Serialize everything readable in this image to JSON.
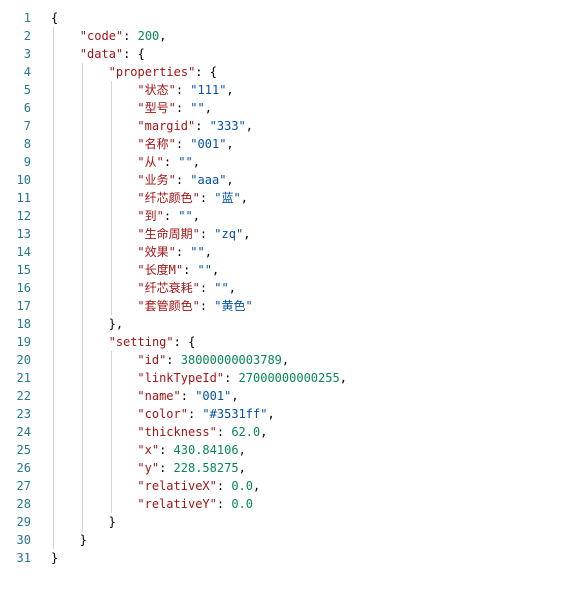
{
  "editor": {
    "colors": {
      "line_number": "#237893",
      "key": "#a31515",
      "string": "#0451a5",
      "number": "#098658",
      "punctuation": "#000000",
      "indent_guide": "#d3d3d3"
    },
    "lines": [
      {
        "n": "1",
        "indent": 0,
        "tokens": [
          {
            "t": "p",
            "v": "{"
          }
        ]
      },
      {
        "n": "2",
        "indent": 1,
        "tokens": [
          {
            "t": "k",
            "v": "\"code\""
          },
          {
            "t": "p",
            "v": ": "
          },
          {
            "t": "n",
            "v": "200"
          },
          {
            "t": "p",
            "v": ","
          }
        ]
      },
      {
        "n": "3",
        "indent": 1,
        "tokens": [
          {
            "t": "k",
            "v": "\"data\""
          },
          {
            "t": "p",
            "v": ": {"
          }
        ]
      },
      {
        "n": "4",
        "indent": 2,
        "tokens": [
          {
            "t": "k",
            "v": "\"properties\""
          },
          {
            "t": "p",
            "v": ": {"
          }
        ]
      },
      {
        "n": "5",
        "indent": 3,
        "tokens": [
          {
            "t": "k",
            "v": "\"状态\""
          },
          {
            "t": "p",
            "v": ": "
          },
          {
            "t": "s",
            "v": "\"111\""
          },
          {
            "t": "p",
            "v": ","
          }
        ]
      },
      {
        "n": "6",
        "indent": 3,
        "tokens": [
          {
            "t": "k",
            "v": "\"型号\""
          },
          {
            "t": "p",
            "v": ": "
          },
          {
            "t": "s",
            "v": "\"\""
          },
          {
            "t": "p",
            "v": ","
          }
        ]
      },
      {
        "n": "7",
        "indent": 3,
        "tokens": [
          {
            "t": "k",
            "v": "\"margid\""
          },
          {
            "t": "p",
            "v": ": "
          },
          {
            "t": "s",
            "v": "\"333\""
          },
          {
            "t": "p",
            "v": ","
          }
        ]
      },
      {
        "n": "8",
        "indent": 3,
        "tokens": [
          {
            "t": "k",
            "v": "\"名称\""
          },
          {
            "t": "p",
            "v": ": "
          },
          {
            "t": "s",
            "v": "\"001\""
          },
          {
            "t": "p",
            "v": ","
          }
        ]
      },
      {
        "n": "9",
        "indent": 3,
        "tokens": [
          {
            "t": "k",
            "v": "\"从\""
          },
          {
            "t": "p",
            "v": ": "
          },
          {
            "t": "s",
            "v": "\"\""
          },
          {
            "t": "p",
            "v": ","
          }
        ]
      },
      {
        "n": "10",
        "indent": 3,
        "tokens": [
          {
            "t": "k",
            "v": "\"业务\""
          },
          {
            "t": "p",
            "v": ": "
          },
          {
            "t": "s",
            "v": "\"aaa\""
          },
          {
            "t": "p",
            "v": ","
          }
        ]
      },
      {
        "n": "11",
        "indent": 3,
        "tokens": [
          {
            "t": "k",
            "v": "\"纤芯颜色\""
          },
          {
            "t": "p",
            "v": ": "
          },
          {
            "t": "s",
            "v": "\"蓝\""
          },
          {
            "t": "p",
            "v": ","
          }
        ]
      },
      {
        "n": "12",
        "indent": 3,
        "tokens": [
          {
            "t": "k",
            "v": "\"到\""
          },
          {
            "t": "p",
            "v": ": "
          },
          {
            "t": "s",
            "v": "\"\""
          },
          {
            "t": "p",
            "v": ","
          }
        ]
      },
      {
        "n": "13",
        "indent": 3,
        "tokens": [
          {
            "t": "k",
            "v": "\"生命周期\""
          },
          {
            "t": "p",
            "v": ": "
          },
          {
            "t": "s",
            "v": "\"zq\""
          },
          {
            "t": "p",
            "v": ","
          }
        ]
      },
      {
        "n": "14",
        "indent": 3,
        "tokens": [
          {
            "t": "k",
            "v": "\"效果\""
          },
          {
            "t": "p",
            "v": ": "
          },
          {
            "t": "s",
            "v": "\"\""
          },
          {
            "t": "p",
            "v": ","
          }
        ]
      },
      {
        "n": "15",
        "indent": 3,
        "tokens": [
          {
            "t": "k",
            "v": "\"长度M\""
          },
          {
            "t": "p",
            "v": ": "
          },
          {
            "t": "s",
            "v": "\"\""
          },
          {
            "t": "p",
            "v": ","
          }
        ]
      },
      {
        "n": "16",
        "indent": 3,
        "tokens": [
          {
            "t": "k",
            "v": "\"纤芯衰耗\""
          },
          {
            "t": "p",
            "v": ": "
          },
          {
            "t": "s",
            "v": "\"\""
          },
          {
            "t": "p",
            "v": ","
          }
        ]
      },
      {
        "n": "17",
        "indent": 3,
        "tokens": [
          {
            "t": "k",
            "v": "\"套管颜色\""
          },
          {
            "t": "p",
            "v": ": "
          },
          {
            "t": "s",
            "v": "\"黄色\""
          }
        ]
      },
      {
        "n": "18",
        "indent": 2,
        "tokens": [
          {
            "t": "p",
            "v": "},"
          }
        ]
      },
      {
        "n": "19",
        "indent": 2,
        "tokens": [
          {
            "t": "k",
            "v": "\"setting\""
          },
          {
            "t": "p",
            "v": ": {"
          }
        ]
      },
      {
        "n": "20",
        "indent": 3,
        "tokens": [
          {
            "t": "k",
            "v": "\"id\""
          },
          {
            "t": "p",
            "v": ": "
          },
          {
            "t": "n",
            "v": "38000000003789"
          },
          {
            "t": "p",
            "v": ","
          }
        ]
      },
      {
        "n": "21",
        "indent": 3,
        "tokens": [
          {
            "t": "k",
            "v": "\"linkTypeId\""
          },
          {
            "t": "p",
            "v": ": "
          },
          {
            "t": "n",
            "v": "27000000000255"
          },
          {
            "t": "p",
            "v": ","
          }
        ]
      },
      {
        "n": "22",
        "indent": 3,
        "tokens": [
          {
            "t": "k",
            "v": "\"name\""
          },
          {
            "t": "p",
            "v": ": "
          },
          {
            "t": "s",
            "v": "\"001\""
          },
          {
            "t": "p",
            "v": ","
          }
        ]
      },
      {
        "n": "23",
        "indent": 3,
        "tokens": [
          {
            "t": "k",
            "v": "\"color\""
          },
          {
            "t": "p",
            "v": ": "
          },
          {
            "t": "s",
            "v": "\"#3531ff\""
          },
          {
            "t": "p",
            "v": ","
          }
        ]
      },
      {
        "n": "24",
        "indent": 3,
        "tokens": [
          {
            "t": "k",
            "v": "\"thickness\""
          },
          {
            "t": "p",
            "v": ": "
          },
          {
            "t": "n",
            "v": "62.0"
          },
          {
            "t": "p",
            "v": ","
          }
        ]
      },
      {
        "n": "25",
        "indent": 3,
        "tokens": [
          {
            "t": "k",
            "v": "\"x\""
          },
          {
            "t": "p",
            "v": ": "
          },
          {
            "t": "n",
            "v": "430.84106"
          },
          {
            "t": "p",
            "v": ","
          }
        ]
      },
      {
        "n": "26",
        "indent": 3,
        "tokens": [
          {
            "t": "k",
            "v": "\"y\""
          },
          {
            "t": "p",
            "v": ": "
          },
          {
            "t": "n",
            "v": "228.58275"
          },
          {
            "t": "p",
            "v": ","
          }
        ]
      },
      {
        "n": "27",
        "indent": 3,
        "tokens": [
          {
            "t": "k",
            "v": "\"relativeX\""
          },
          {
            "t": "p",
            "v": ": "
          },
          {
            "t": "n",
            "v": "0.0"
          },
          {
            "t": "p",
            "v": ","
          }
        ]
      },
      {
        "n": "28",
        "indent": 3,
        "tokens": [
          {
            "t": "k",
            "v": "\"relativeY\""
          },
          {
            "t": "p",
            "v": ": "
          },
          {
            "t": "n",
            "v": "0.0"
          }
        ]
      },
      {
        "n": "29",
        "indent": 2,
        "tokens": [
          {
            "t": "p",
            "v": "}"
          }
        ]
      },
      {
        "n": "30",
        "indent": 1,
        "tokens": [
          {
            "t": "p",
            "v": "}"
          }
        ]
      },
      {
        "n": "31",
        "indent": 0,
        "tokens": [
          {
            "t": "p",
            "v": "}"
          }
        ]
      }
    ]
  }
}
